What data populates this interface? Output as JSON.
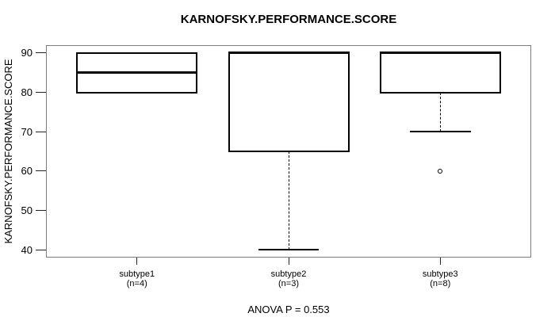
{
  "chart_data": {
    "type": "boxplot",
    "title": "KARNOFSKY.PERFORMANCE.SCORE",
    "ylabel": "KARNOFSKY.PERFORMANCE.SCORE",
    "annotation": "ANOVA P = 0.553",
    "ylim": [
      38,
      92
    ],
    "yticks": [
      40,
      50,
      60,
      70,
      80,
      90
    ],
    "grid": false,
    "legend": null,
    "groups": [
      {
        "label": "subtype1",
        "sublabel": "(n=4)",
        "n": 4,
        "whisker_low": 80,
        "q1": 80,
        "median": 85,
        "q3": 90,
        "whisker_high": 90,
        "outliers": []
      },
      {
        "label": "subtype2",
        "sublabel": "(n=3)",
        "n": 3,
        "whisker_low": 40,
        "q1": 65,
        "median": 90,
        "q3": 90,
        "whisker_high": 90,
        "outliers": []
      },
      {
        "label": "subtype3",
        "sublabel": "(n=8)",
        "n": 8,
        "whisker_low": 70,
        "q1": 80,
        "median": 90,
        "q3": 90,
        "whisker_high": 90,
        "outliers": [
          60
        ]
      }
    ],
    "colors": {
      "stroke": "#000000",
      "frame": "#7e7e7e",
      "background": "#ffffff"
    }
  }
}
